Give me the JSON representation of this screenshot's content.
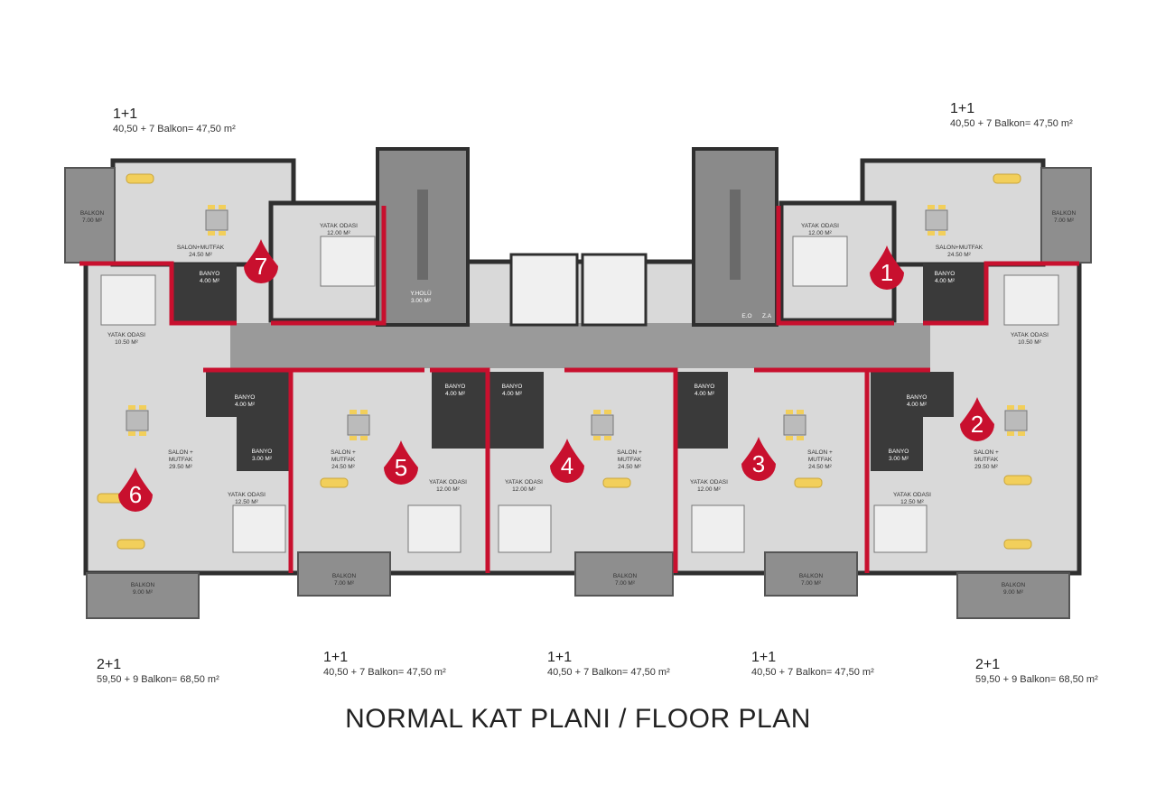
{
  "title": "NORMAL KAT PLANI / FLOOR PLAN",
  "units": [
    {
      "id": 1,
      "marker": "1",
      "type": "1+1",
      "area": "40,50 + 7 Balkon= 47,50 m²"
    },
    {
      "id": 2,
      "marker": "2",
      "type": "2+1",
      "area": "59,50 + 9 Balkon= 68,50 m²"
    },
    {
      "id": 3,
      "marker": "3",
      "type": "1+1",
      "area": "40,50 + 7 Balkon= 47,50 m²"
    },
    {
      "id": 4,
      "marker": "4",
      "type": "1+1",
      "area": "40,50 + 7 Balkon= 47,50 m²"
    },
    {
      "id": 5,
      "marker": "5",
      "type": "1+1",
      "area": "40,50 + 7 Balkon= 47,50 m²"
    },
    {
      "id": 6,
      "marker": "6",
      "type": "2+1",
      "area": "59,50 + 9 Balkon= 68,50 m²"
    },
    {
      "id": 7,
      "marker": "7",
      "type": "1+1",
      "area": "40,50 + 7 Balkon= 47,50 m²"
    }
  ],
  "rooms": {
    "balkon_7": [
      "BALKON",
      "7.00 M²"
    ],
    "balkon_9": [
      "BALKON",
      "9.00 M²"
    ],
    "salon_mutfak": [
      "SALON+MUTFAK",
      "24.50 M²"
    ],
    "salon_mutfak_2": [
      "SALON +",
      "MUTFAK",
      "24.50 M²"
    ],
    "salon_mutfak_big": [
      "SALON +",
      "MUTFAK",
      "29.50 M²"
    ],
    "yatak_12": [
      "YATAK ODASI",
      "12.00 M²"
    ],
    "yatak_1050": [
      "YATAK ODASI",
      "10.50 M²"
    ],
    "yatak_1250": [
      "YATAK ODASI",
      "12.50 M²"
    ],
    "banyo_4": [
      "BANYO",
      "4.00 M²"
    ],
    "banyo_3": [
      "BANYO",
      "3.00 M²"
    ],
    "y_holu": [
      "Y.HOLÜ",
      "3.00 M²"
    ],
    "e_o": "E.O",
    "z_a": "Z.A"
  },
  "colors": {
    "wall": "#2f2f2f",
    "floor": "#d6d6d6",
    "corridor": "#9a9a9a",
    "balcony": "#8e8e8e",
    "bath": "#3a3a3a",
    "divider": "#c8102e",
    "sofa": "#f2cf5b",
    "marker": "#c8102e"
  }
}
